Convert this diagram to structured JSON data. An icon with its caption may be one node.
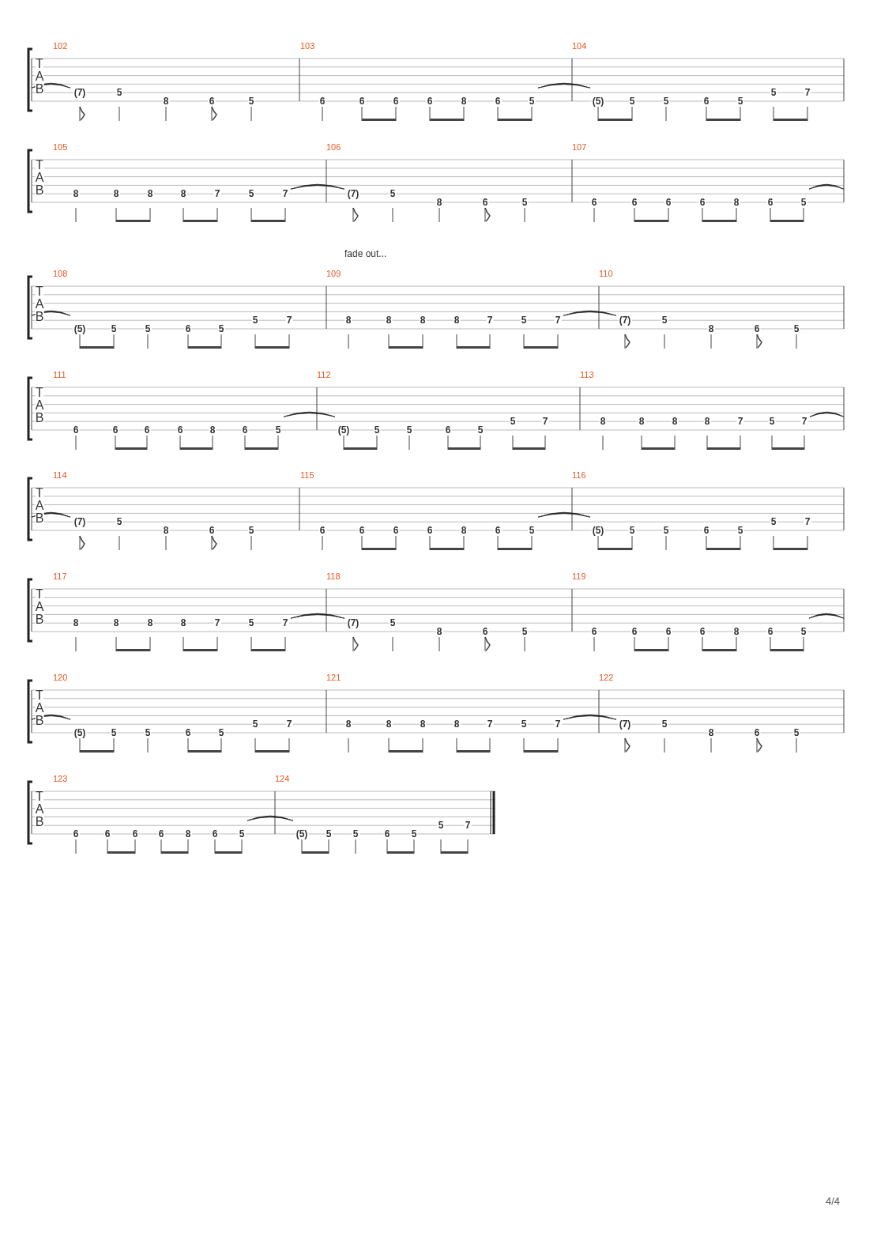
{
  "diagram": {
    "labels": [
      "T",
      "A",
      "B",
      "102",
      "(7)",
      "5",
      "8",
      "6",
      "5",
      "103",
      "6",
      "6",
      "6",
      "6",
      "8",
      "6",
      "5",
      "104",
      "(5)",
      "5",
      "5",
      "6",
      "5",
      "5",
      "7",
      "T",
      "A",
      "B",
      "105",
      "8",
      "8",
      "8",
      "8",
      "7",
      "5",
      "7",
      "106",
      "(7)",
      "5",
      "8",
      "6",
      "5",
      "107",
      "6",
      "6",
      "6",
      "6",
      "8",
      "6",
      "5",
      "fade out...",
      "T",
      "A",
      "B",
      "108",
      "(5)",
      "5",
      "5",
      "6",
      "5",
      "5",
      "7",
      "109",
      "8",
      "8",
      "8",
      "8",
      "7",
      "5",
      "7",
      "110",
      "(7)",
      "5",
      "8",
      "6",
      "5",
      "T",
      "A",
      "B",
      "111",
      "6",
      "6",
      "6",
      "6",
      "8",
      "6",
      "5",
      "112",
      "(5)",
      "5",
      "5",
      "6",
      "5",
      "5",
      "7",
      "113",
      "8",
      "8",
      "8",
      "8",
      "7",
      "5",
      "7",
      "T",
      "A",
      "B",
      "114",
      "(7)",
      "5",
      "8",
      "6",
      "5",
      "115",
      "6",
      "6",
      "6",
      "6",
      "8",
      "6",
      "5",
      "116",
      "(5)",
      "5",
      "5",
      "6",
      "5",
      "5",
      "7",
      "T",
      "A",
      "B",
      "117",
      "8",
      "8",
      "8",
      "8",
      "7",
      "5",
      "7",
      "118",
      "(7)",
      "5",
      "8",
      "6",
      "5",
      "119",
      "6",
      "6",
      "6",
      "6",
      "8",
      "6",
      "5",
      "T",
      "A",
      "B",
      "120",
      "(5)",
      "5",
      "5",
      "6",
      "5",
      "5",
      "7",
      "121",
      "8",
      "8",
      "8",
      "8",
      "7",
      "5",
      "7",
      "122",
      "(7)",
      "5",
      "8",
      "6",
      "5",
      "T",
      "A",
      "B",
      "123",
      "6",
      "6",
      "6",
      "6",
      "8",
      "6",
      "5",
      "124",
      "(5)",
      "5",
      "5",
      "6",
      "5",
      "5",
      "7",
      "4/4"
    ]
  }
}
